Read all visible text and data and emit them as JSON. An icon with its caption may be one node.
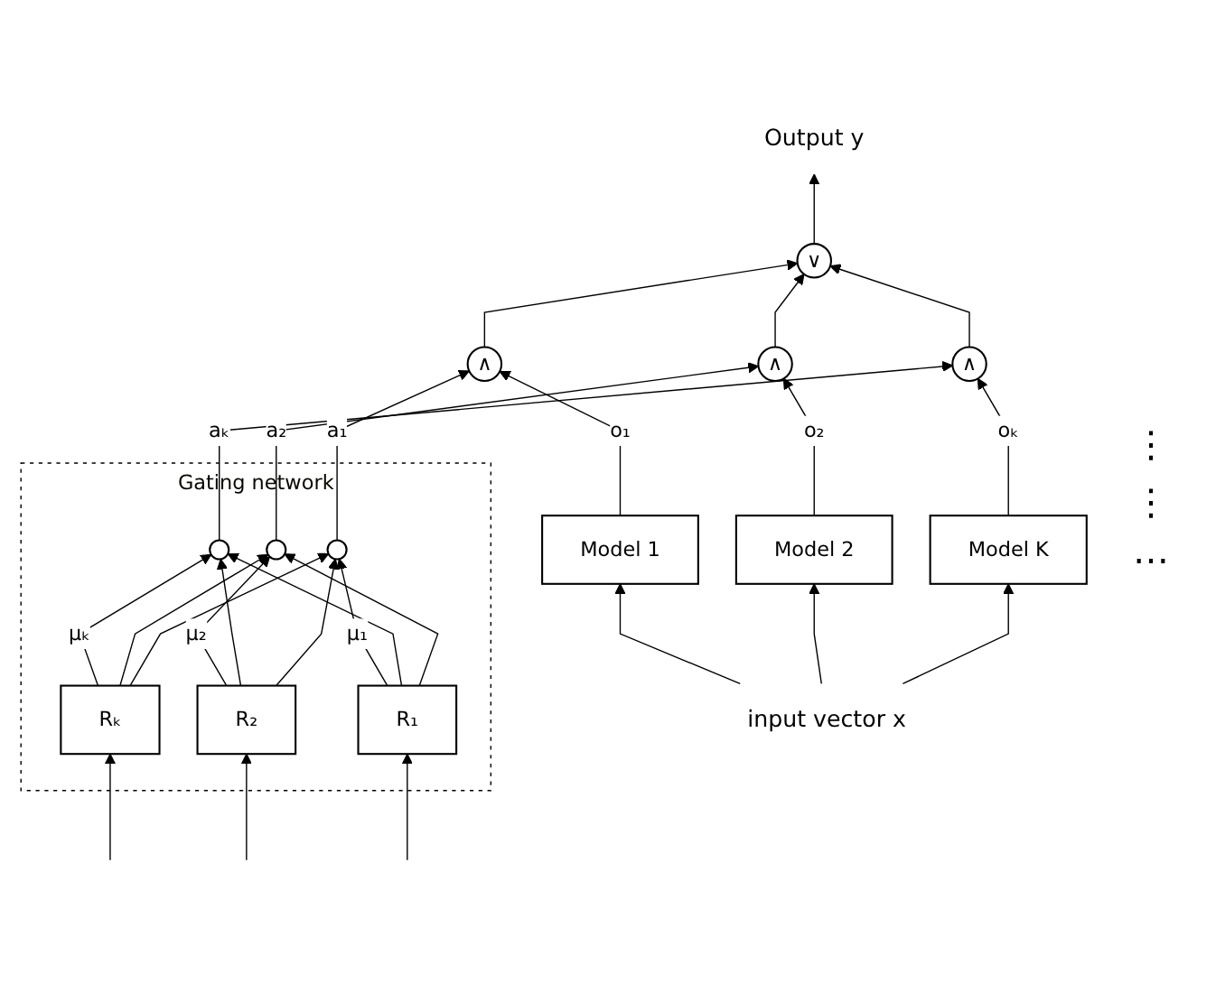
{
  "diagram": {
    "nodes": [
      {
        "text": [
          "Output y"
        ]
      },
      {
        "text": [
          "∨"
        ]
      },
      {
        "text": [
          "∧"
        ]
      },
      {
        "text": [
          "∧"
        ]
      },
      {
        "text": [
          "∧"
        ]
      },
      {
        "text": [
          "Gating network"
        ]
      },
      {
        "text": [],
        "shape": "circle",
        "in": 5
      },
      {
        "text": [
          "Rₖ"
        ],
        "in": 5
      },
      {
        "text": [],
        "shape": "circle",
        "in": 5
      },
      {
        "text": [
          "R₂"
        ],
        "in": 5
      },
      {
        "text": [],
        "shape": "circle",
        "in": 5
      },
      {
        "text": [
          "R₁"
        ],
        "in": 5
      },
      {
        "text": [
          "Model 1"
        ]
      },
      {
        "text": [
          "Model 2"
        ]
      },
      {
        "text": [
          "Model K"
        ]
      },
      {
        "text": [
          "input vector x"
        ]
      }
    ],
    "edges": [
      {
        "from": 1,
        "to": 0,
        "arrow": "to"
      },
      {
        "from": 4,
        "to": 1,
        "arrow": "to"
      },
      {
        "from": 3,
        "to": 1,
        "arrow": "to"
      },
      {
        "from": 2,
        "to": 1,
        "arrow": "to"
      },
      {
        "from": 6,
        "to": 2,
        "arrow": "to",
        "label": "aₖ"
      },
      {
        "from": 8,
        "to": 3,
        "arrow": "to",
        "label": "a₂"
      },
      {
        "from": 10,
        "to": 4,
        "arrow": "to",
        "label": "a₁"
      },
      {
        "from": 7,
        "to": 6,
        "arrow": "to",
        "label": "μₖ"
      },
      {
        "from": 7,
        "to": 8,
        "arrow": "to"
      },
      {
        "from": 7,
        "to": 10,
        "arrow": "to"
      },
      {
        "from": 9,
        "to": 8,
        "arrow": "to",
        "label": "μ₂"
      },
      {
        "from": 9,
        "to": 6,
        "arrow": "to"
      },
      {
        "from": 9,
        "to": 10,
        "arrow": "to"
      },
      {
        "from": 11,
        "to": 10,
        "arrow": "to",
        "label": "μ₁"
      },
      {
        "from": 11,
        "to": 6,
        "arrow": "to"
      },
      {
        "from": 11,
        "to": 8,
        "arrow": "to"
      },
      {
        "from": 12,
        "to": 4,
        "arrow": "to",
        "label": "o₁"
      },
      {
        "from": 13,
        "to": 3,
        "arrow": "to",
        "label": "o₂"
      },
      {
        "from": 14,
        "to": 2,
        "arrow": "to",
        "label": "oₖ"
      },
      {
        "from": 15,
        "to": 12,
        "arrow": "to"
      },
      {
        "from": 15,
        "to": 13,
        "arrow": "to"
      },
      {
        "from": 15,
        "to": 14,
        "arrow": "to"
      },
      {
        "from": null,
        "to": 7,
        "arrow": "to"
      },
      {
        "from": null,
        "to": 9,
        "arrow": "to"
      },
      {
        "from": null,
        "to": 11,
        "arrow": "to"
      }
    ],
    "labels": [
      "⋮",
      "⋮",
      "⋯"
    ]
  }
}
